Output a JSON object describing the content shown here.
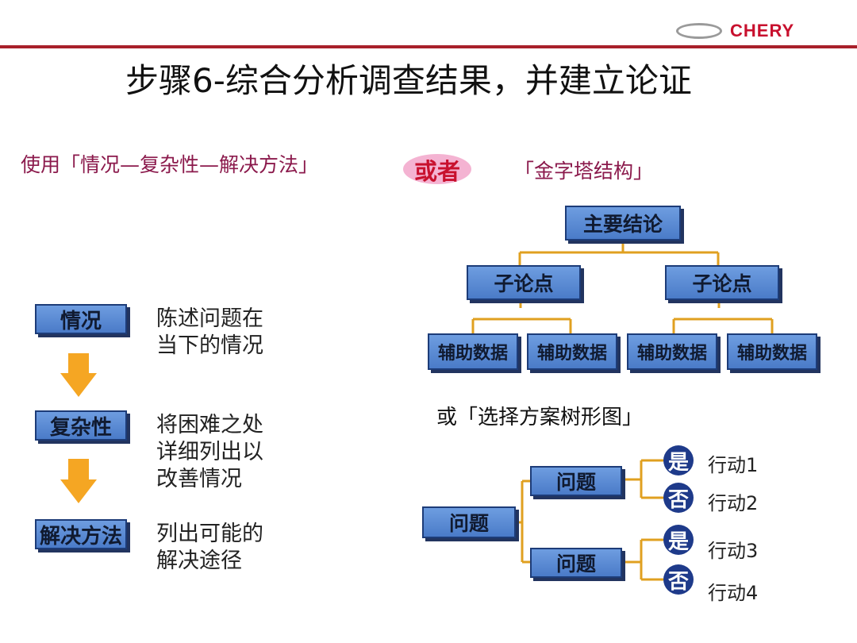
{
  "brand": {
    "name": "CHERY",
    "accent": "#a8202a",
    "logo_icon": "chery-logo-icon"
  },
  "title": "步骤6-综合分析调查结果，并建立论证",
  "method_label": "使用「情况—复杂性—解决方法」",
  "or_label": "或者",
  "pyramid": {
    "label": "「金字塔结构」",
    "main": "主要结论",
    "sub_points": [
      "子论点",
      "子论点"
    ],
    "support": [
      "辅助数据",
      "辅助数据",
      "辅助数据",
      "辅助数据"
    ]
  },
  "flow": {
    "steps": [
      {
        "label": "情况",
        "desc_lines": [
          "陈述问题在",
          "当下的情况"
        ]
      },
      {
        "label": "复杂性",
        "desc_lines": [
          "将困难之处",
          "详细列出以",
          "改善情况"
        ]
      },
      {
        "label": "解决方法",
        "desc_lines": [
          "列出可能的",
          "解决途径"
        ]
      }
    ],
    "arrow_icon": "arrow-down-icon"
  },
  "decision_tree": {
    "label": "或「选择方案树形图」",
    "root": "问题",
    "branches": [
      {
        "label": "问题",
        "options": [
          {
            "answer": "是",
            "action": "行动1"
          },
          {
            "answer": "否",
            "action": "行动2"
          }
        ]
      },
      {
        "label": "问题",
        "options": [
          {
            "answer": "是",
            "action": "行动3"
          },
          {
            "answer": "否",
            "action": "行动4"
          }
        ]
      }
    ]
  },
  "colors": {
    "box_fill": "#5b8ad6",
    "connector": "#e0a020",
    "arrow": "#f5a623",
    "circle": "#1e3a8a",
    "label_text": "#8b1a4c"
  }
}
